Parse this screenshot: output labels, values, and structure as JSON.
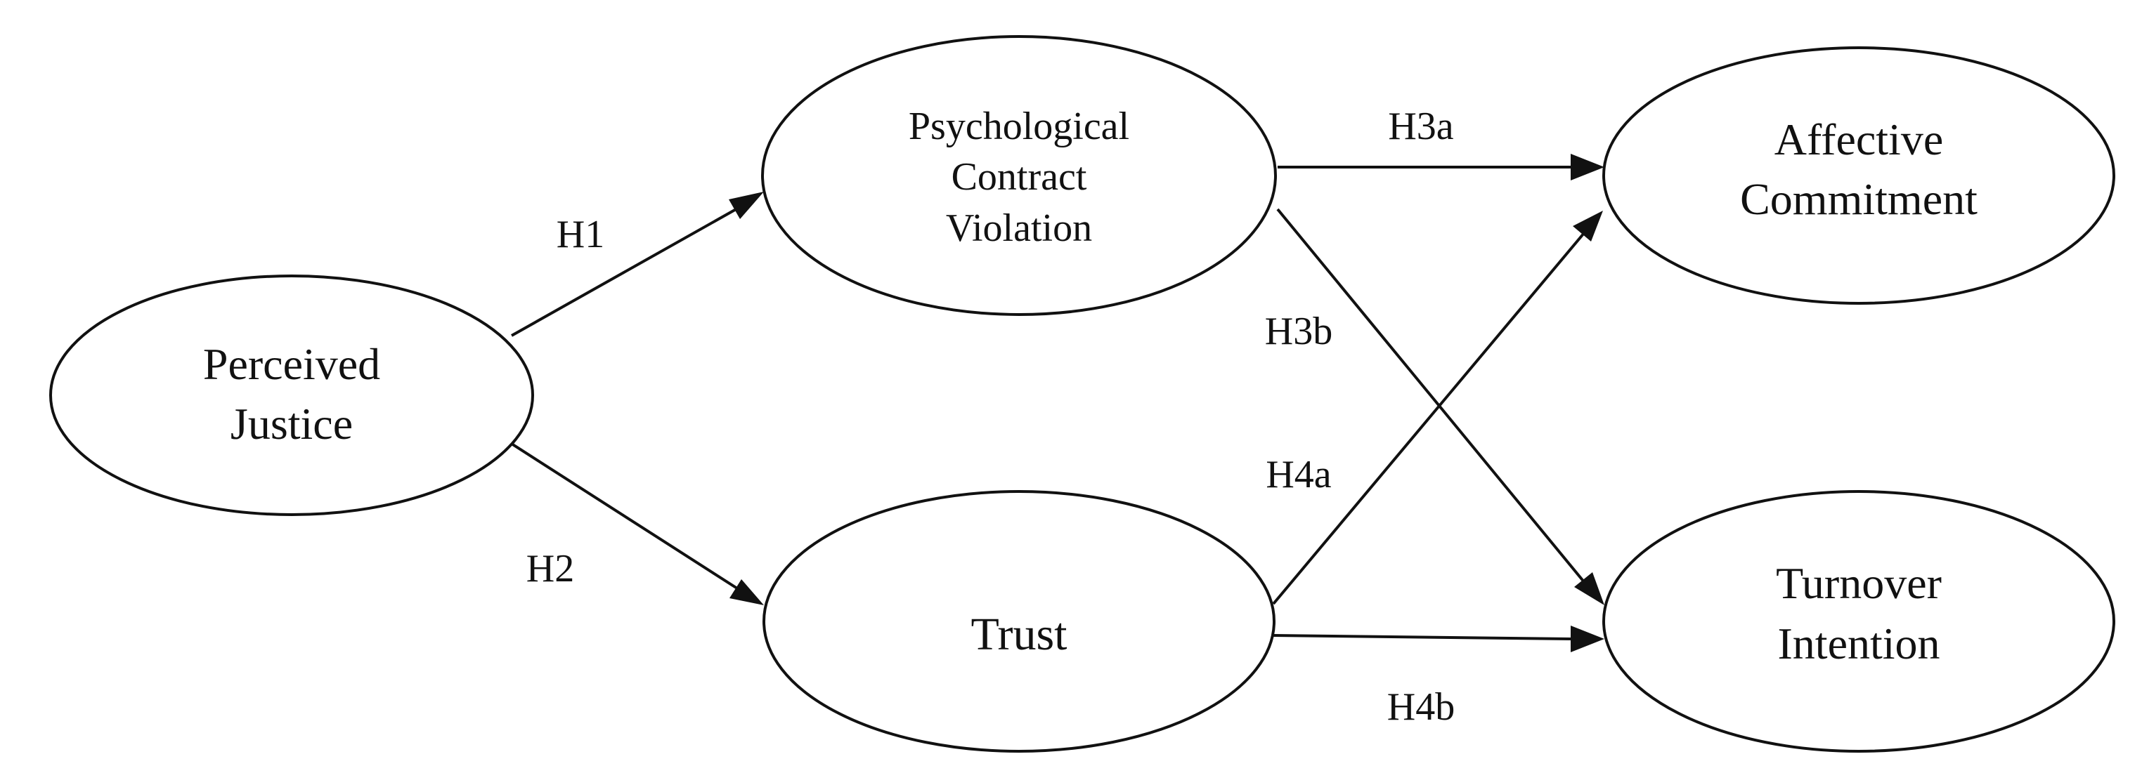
{
  "nodes": {
    "perceived_justice": {
      "line1": "Perceived",
      "line2": "Justice"
    },
    "psychological_contract_violation": {
      "line1": "Psychological",
      "line2": "Contract",
      "line3": "Violation"
    },
    "trust": {
      "line1": "Trust"
    },
    "affective_commitment": {
      "line1": "Affective",
      "line2": "Commitment"
    },
    "turnover_intention": {
      "line1": "Turnover",
      "line2": "Intention"
    }
  },
  "edges": {
    "h1": "H1",
    "h2": "H2",
    "h3a": "H3a",
    "h3b": "H3b",
    "h4a": "H4a",
    "h4b": "H4b"
  },
  "colors": {
    "stroke": "#111111",
    "background": "#ffffff"
  }
}
